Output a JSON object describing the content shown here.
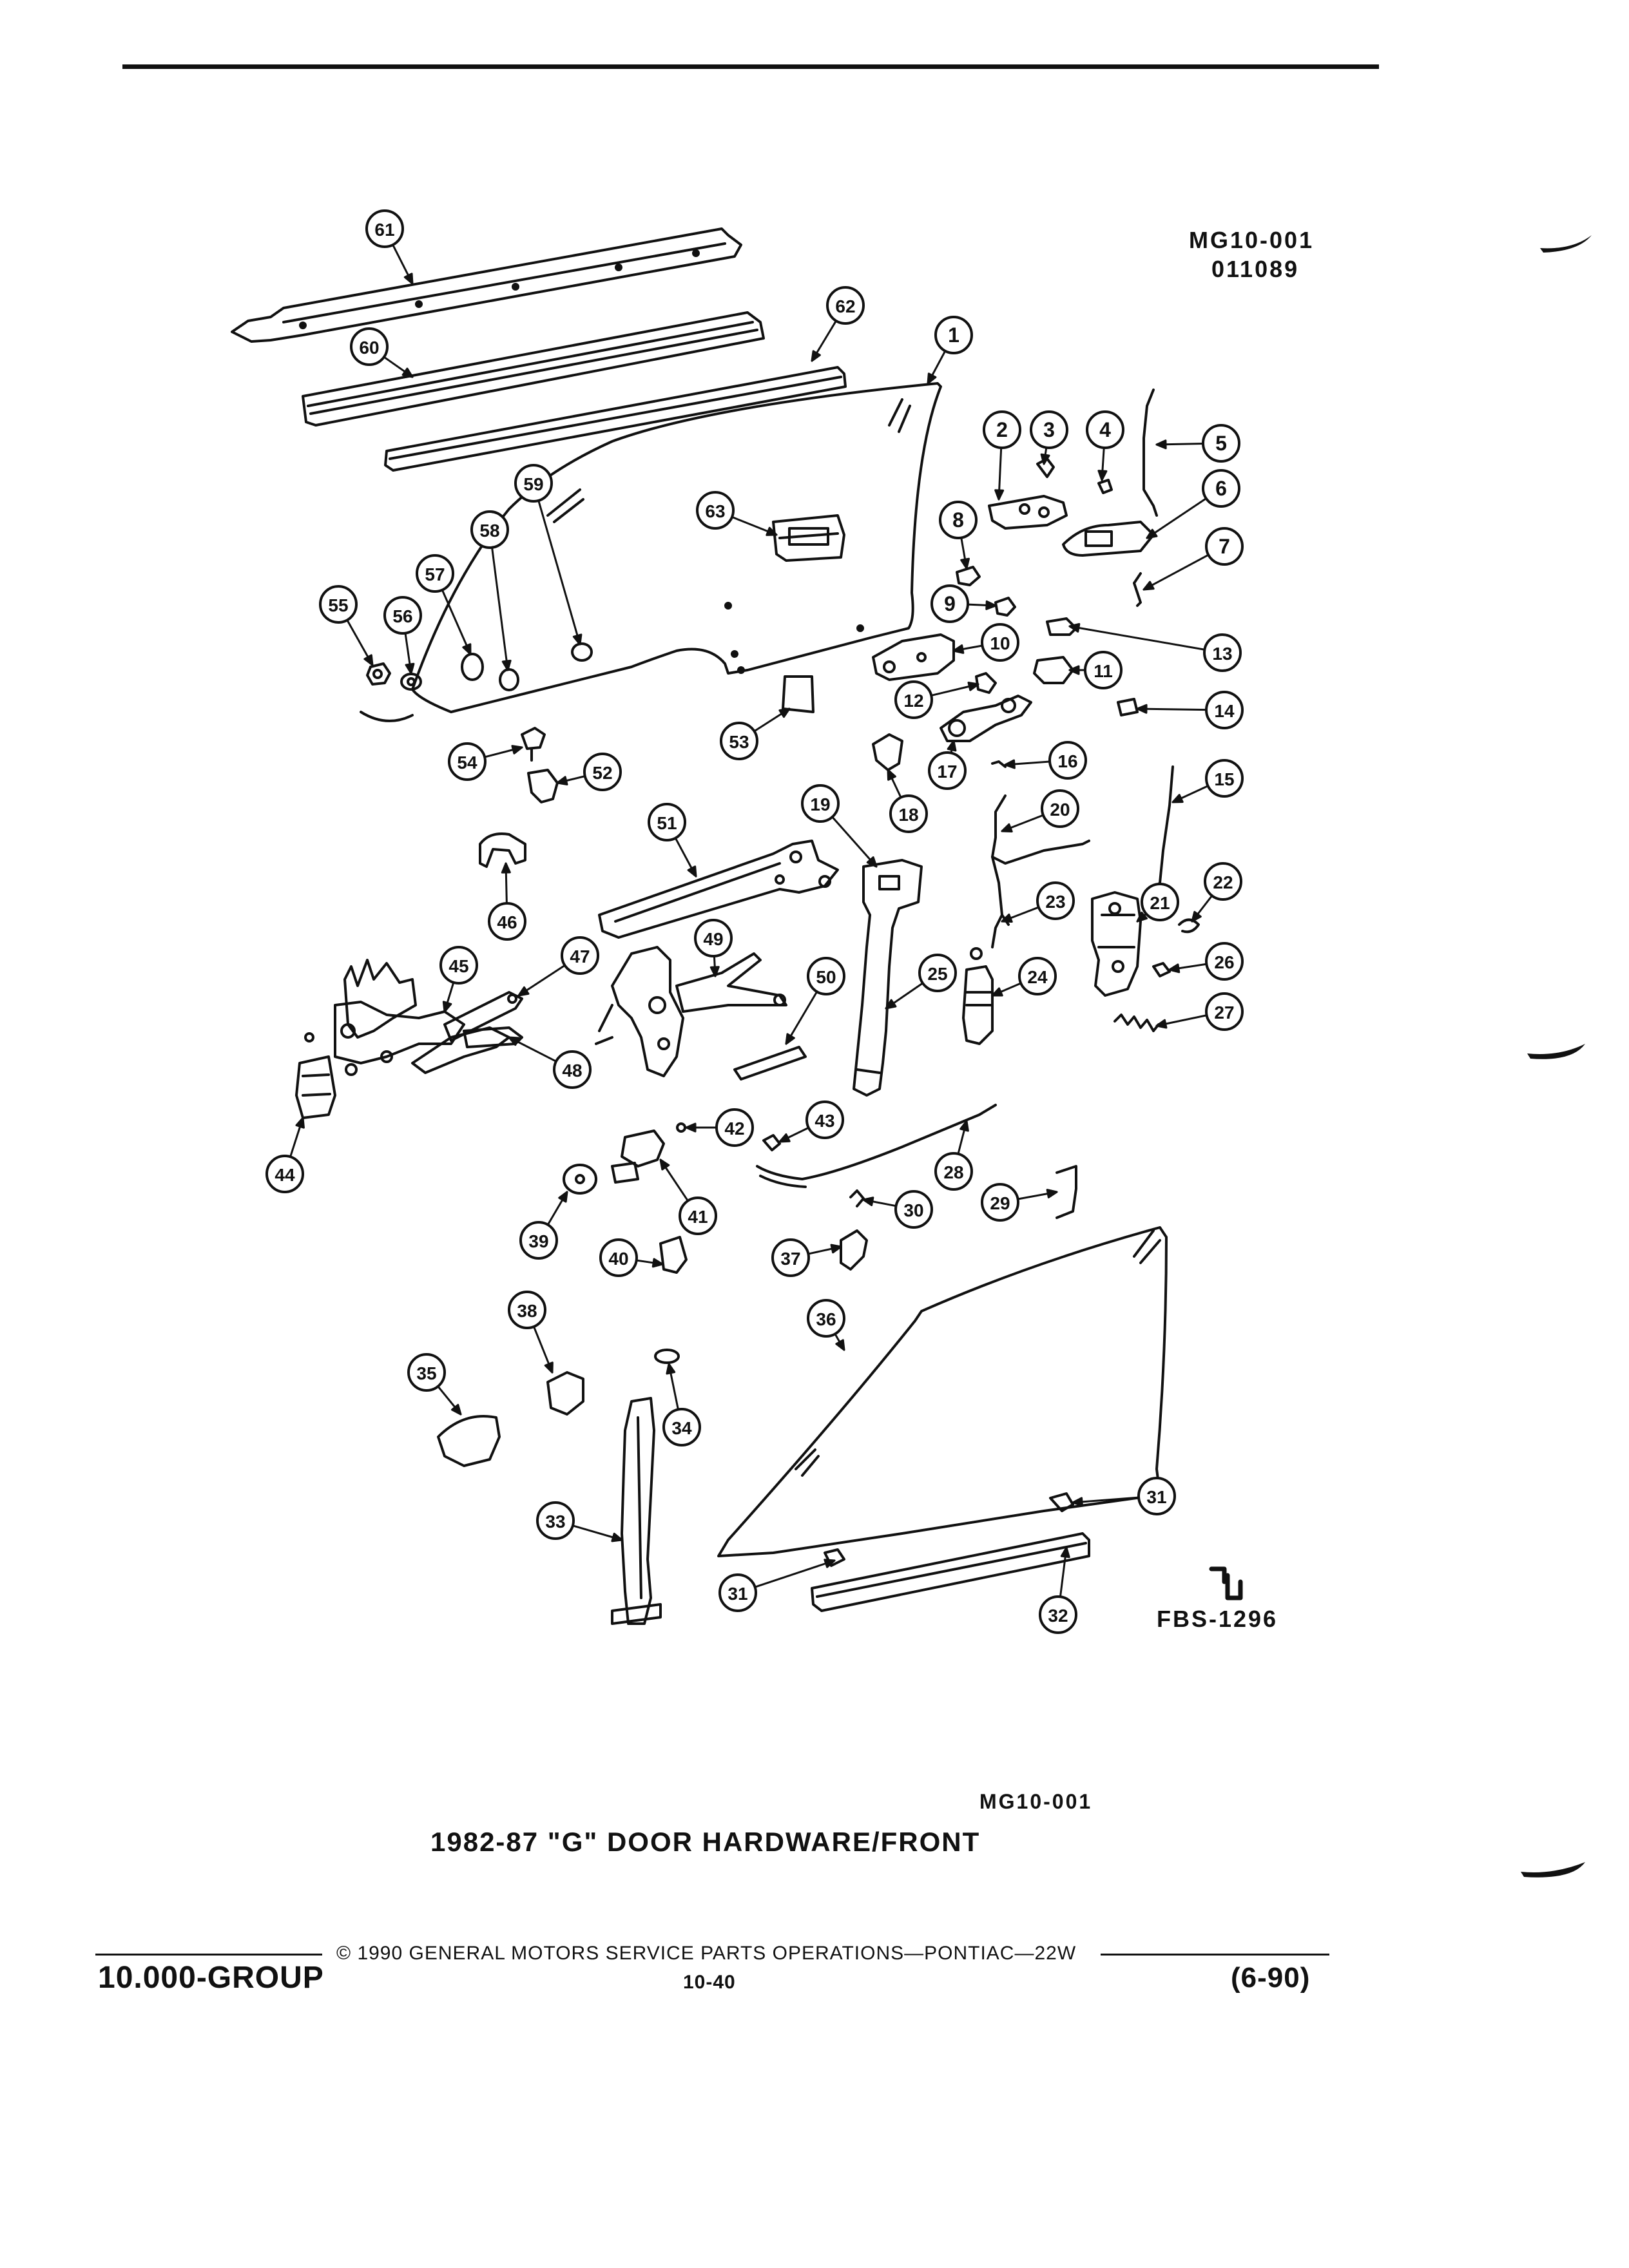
{
  "header": {
    "code_top": "MG10-001",
    "code_sub": "011089"
  },
  "diagram": {
    "logo_text": "FBS-1296",
    "callouts": [
      "1",
      "2",
      "3",
      "4",
      "5",
      "6",
      "7",
      "8",
      "9",
      "10",
      "11",
      "12",
      "13",
      "14",
      "15",
      "16",
      "17",
      "18",
      "19",
      "20",
      "21",
      "22",
      "23",
      "24",
      "25",
      "26",
      "27",
      "28",
      "29",
      "30",
      "31",
      "32",
      "33",
      "34",
      "35",
      "36",
      "37",
      "38",
      "39",
      "40",
      "41",
      "42",
      "43",
      "44",
      "45",
      "46",
      "47",
      "48",
      "49",
      "50",
      "51",
      "52",
      "53",
      "54",
      "55",
      "56",
      "57",
      "58",
      "59",
      "60",
      "61",
      "62",
      "63"
    ]
  },
  "caption": {
    "code": "MG10-001",
    "title": "1982-87 \"G\" DOOR HARDWARE/FRONT"
  },
  "footer": {
    "copyright": "© 1990 GENERAL MOTORS SERVICE PARTS OPERATIONS—PONTIAC—22W",
    "group": "10.000-GROUP",
    "page": "10-40",
    "date": "(6-90)"
  }
}
